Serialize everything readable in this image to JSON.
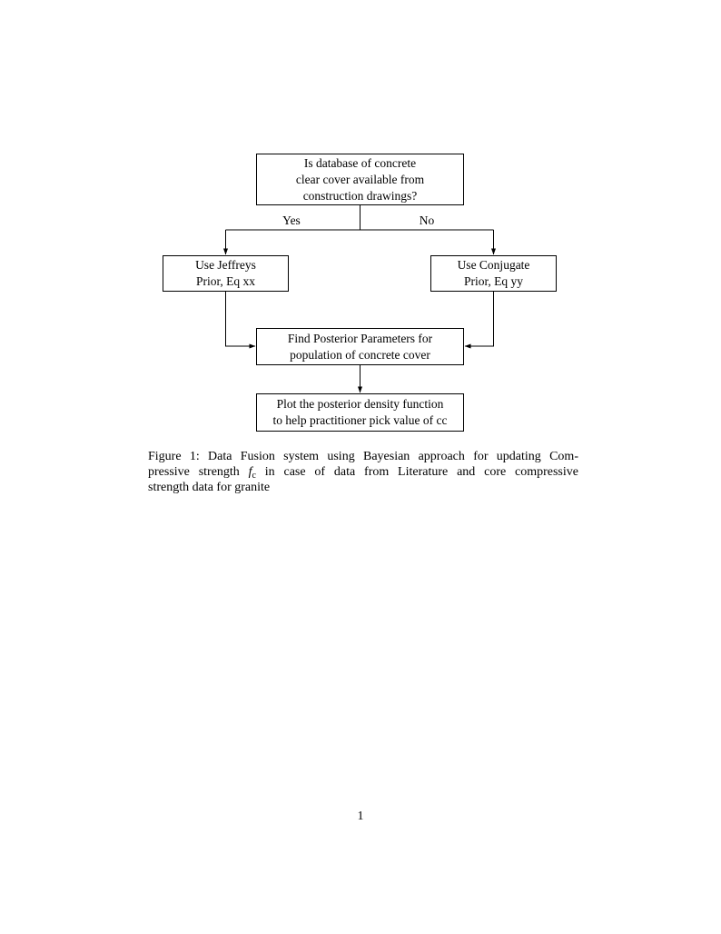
{
  "page": {
    "number": "1"
  },
  "flowchart": {
    "nodes": {
      "question": {
        "text": "Is database of concrete\nclear cover available from\nconstruction drawings?"
      },
      "jeffreys": {
        "text": "Use Jeffreys\nPrior, Eq xx"
      },
      "conjugate": {
        "text": "Use Conjugate\nPrior, Eq yy"
      },
      "posterior": {
        "text": "Find Posterior Parameters for\npopulation of concrete cover"
      },
      "plot": {
        "text": "Plot the posterior density function\nto help practitioner pick value of cc"
      }
    },
    "edge_labels": {
      "yes": "Yes",
      "no": "No"
    }
  },
  "caption": {
    "line1": "Figure 1: Data Fusion system using Bayesian approach for updating Com-",
    "line2_pre": "pressive strength ",
    "math_var": "f",
    "math_sub": "c",
    "line2_post": " in case of data from Literature and core compressive",
    "line3": "strength data for granite"
  },
  "colors": {
    "ink": "#000000",
    "paper": "#ffffff"
  }
}
